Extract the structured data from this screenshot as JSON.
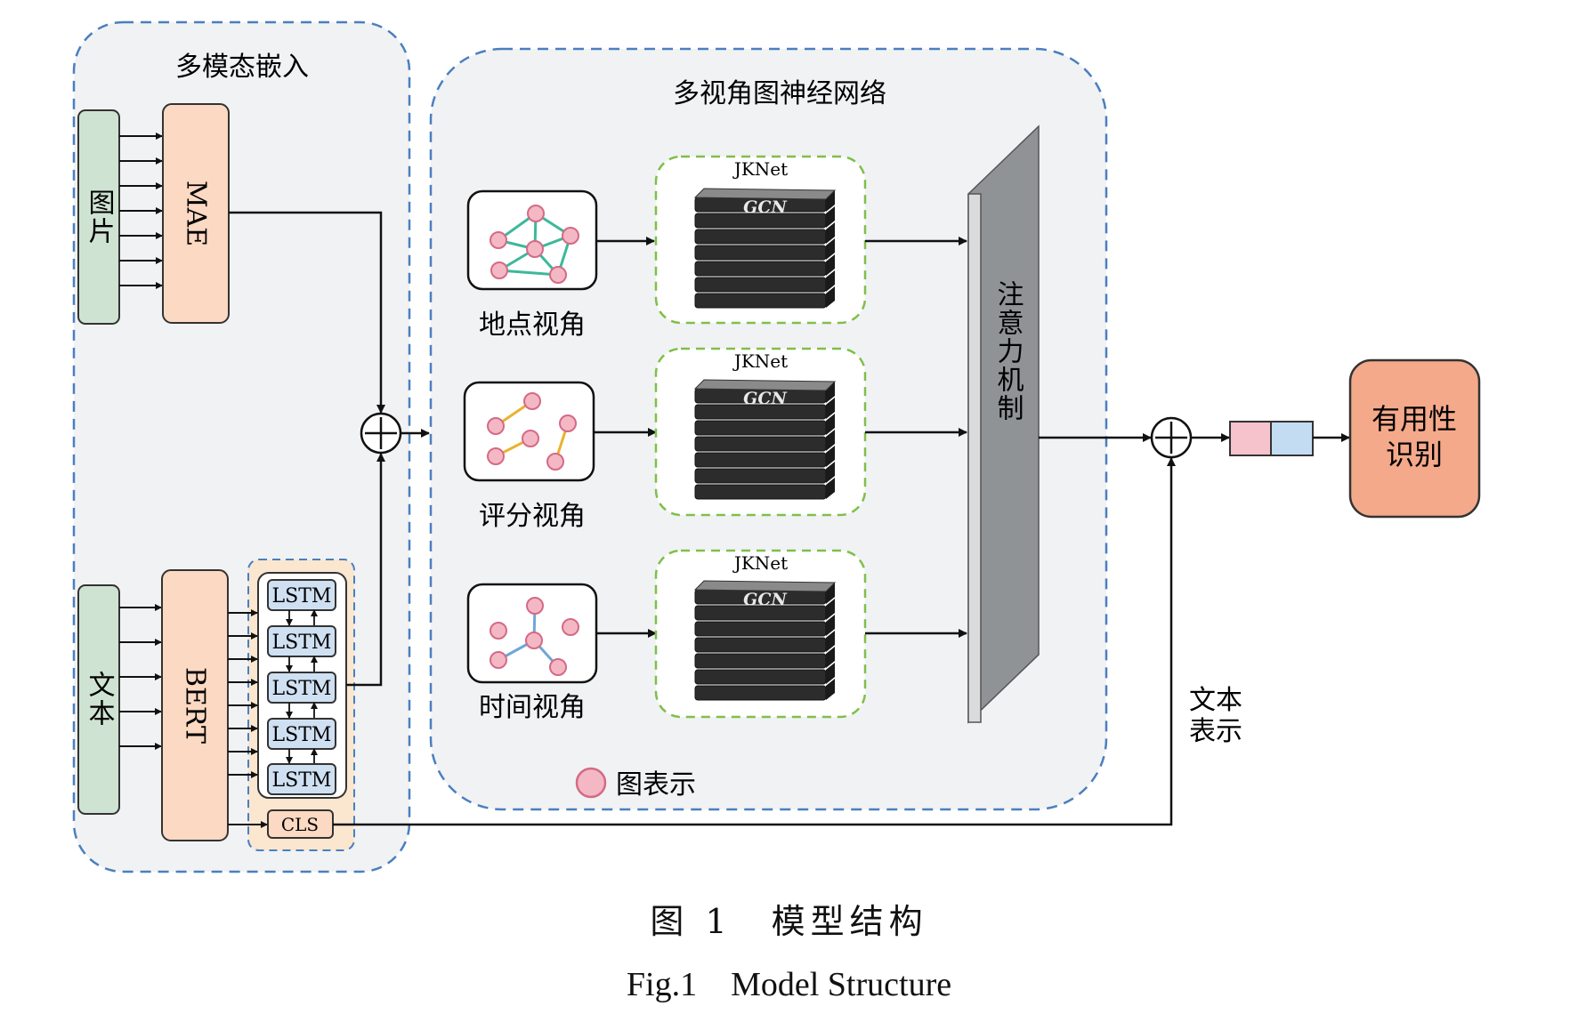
{
  "title_embed": "多模态嵌入",
  "title_gnn": "多视角图神经网络",
  "image_label": "图片",
  "text_label": "文本",
  "mae_label": "MAE",
  "bert_label": "BERT",
  "lstm_labels": [
    "LSTM",
    "LSTM",
    "LSTM",
    "LSTM",
    "LSTM"
  ],
  "cls_label": "CLS",
  "views": [
    {
      "name": "地点视角",
      "jknet": "JKNet",
      "gcn": "GCN"
    },
    {
      "name": "评分视角",
      "jknet": "JKNet",
      "gcn": "GCN"
    },
    {
      "name": "时间视角",
      "jknet": "JKNet",
      "gcn": "GCN"
    }
  ],
  "attention_label": "注意力机制",
  "legend_label": "图表示",
  "text_repr_label": [
    "文本",
    "表示"
  ],
  "output_label": [
    "有用性",
    "识别"
  ],
  "caption_cn": "图 1　模型结构",
  "caption_en": "Fig.1　Model Structure",
  "colors": {
    "dashed_blue": "#4a7fbf",
    "dashed_green": "#7fbf4a",
    "panel_bg": "#f1f2f4",
    "green_box": "#cfe3d2",
    "peach_box": "#fbd9c2",
    "lstm_box": "#cfe0f2",
    "node_fill": "#f4b8c4",
    "edge_teal": "#3cb89a",
    "edge_gold": "#e8b32e",
    "edge_blue": "#6fa6d6",
    "output_box": "#f4a98a",
    "pink_vec": "#f6c2cc",
    "blue_vec": "#c4dcf2"
  }
}
